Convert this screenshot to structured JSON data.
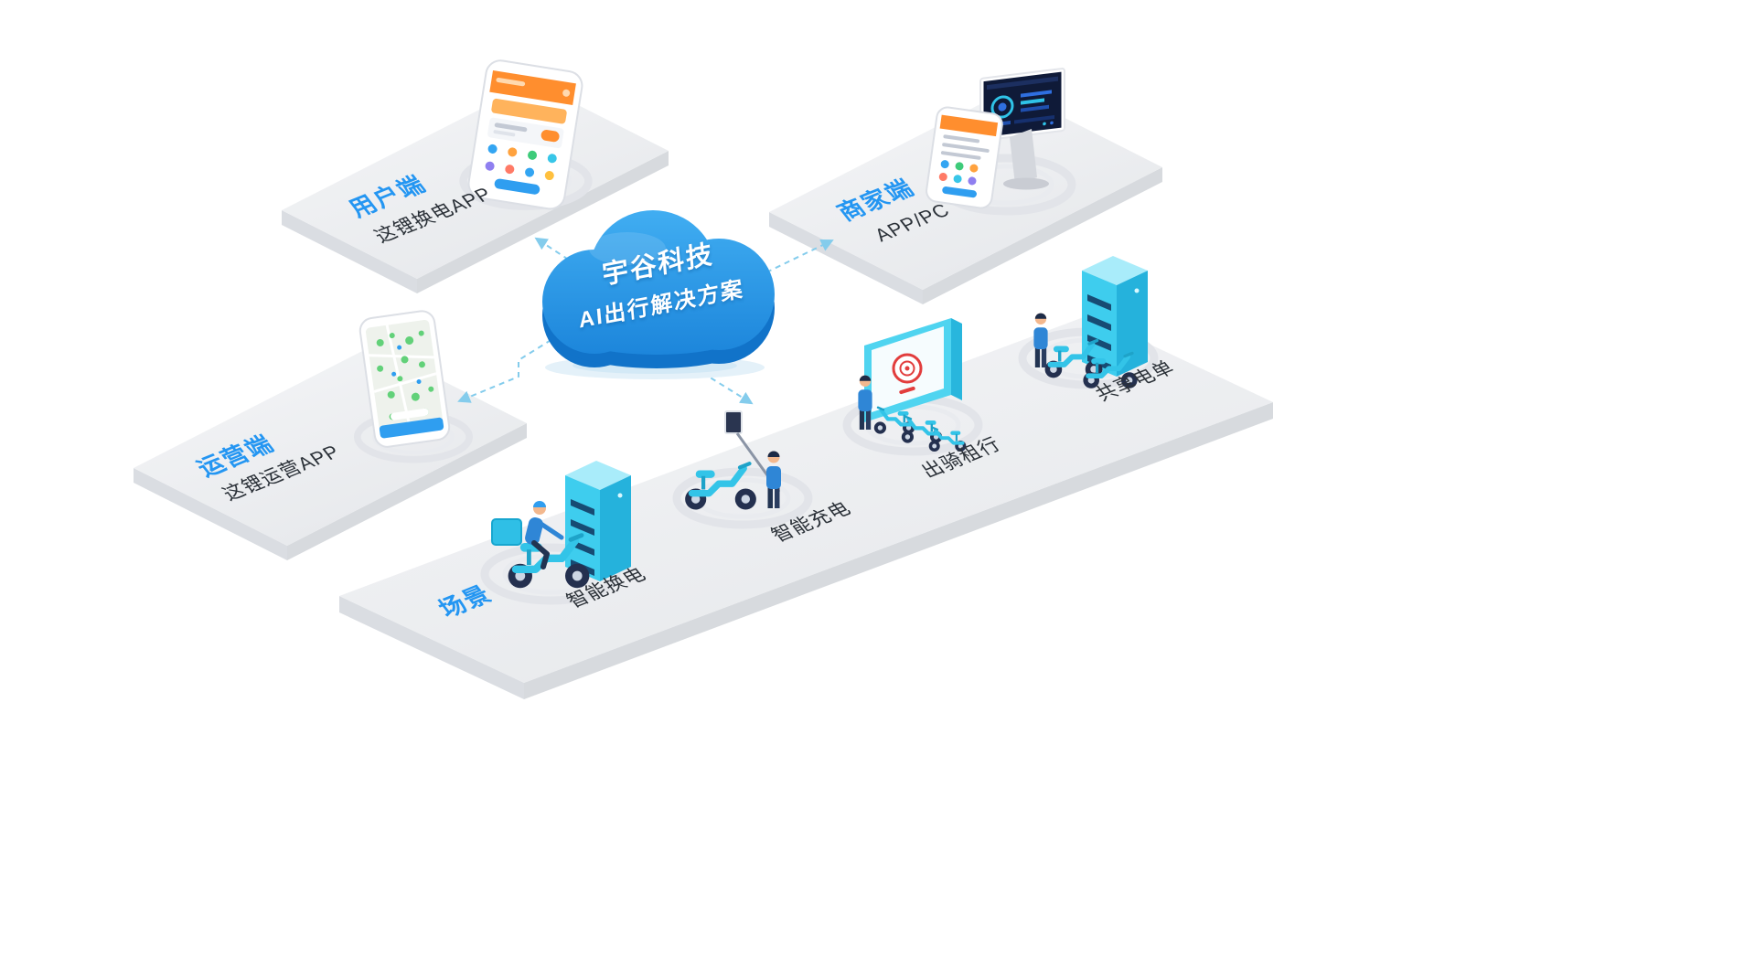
{
  "diagram": {
    "background": "#ffffff",
    "cloud": {
      "line1": "宇谷科技",
      "line2": "AI出行解决方案",
      "fill_top": "#2d9ce8",
      "fill_side": "#1173c9",
      "text_color": "#ffffff"
    },
    "platforms": {
      "user": {
        "label": "用户端",
        "sublabel": "这锂换电APP"
      },
      "merchant": {
        "label": "商家端",
        "sublabel": "APP/PC"
      },
      "operator": {
        "label": "运营端",
        "sublabel": "这锂运营APP"
      },
      "scene": {
        "label": "场景",
        "items": [
          {
            "label": "智能换电"
          },
          {
            "label": "智能充电"
          },
          {
            "label": "出骑租行"
          },
          {
            "label": "共享电单"
          }
        ]
      }
    },
    "connections": [
      {
        "from": "cloud",
        "to": "user-platform"
      },
      {
        "from": "cloud",
        "to": "merchant-platform"
      },
      {
        "from": "cloud",
        "to": "operator-platform"
      },
      {
        "from": "cloud",
        "to": "scene-platform"
      }
    ],
    "colors": {
      "platform_label": "#2496f2",
      "scene_label": "#2b3138",
      "connector": "#84ccec",
      "platform_top": "#f2f3f5",
      "platform_side": "#d9dce1",
      "device_accent_orange": "#ff8e2e",
      "device_accent_blue": "#2f9ef0",
      "illustration_cyan": "#3ecdee"
    },
    "illustrations": [
      "user-app-phone",
      "merchant-monitor-and-phone",
      "operator-map-phone",
      "battery-swap-cabinet-and-rider",
      "charging-scooter-and-worker",
      "rental-station-and-scooters",
      "shared-ebike-cabinet-and-worker"
    ]
  }
}
